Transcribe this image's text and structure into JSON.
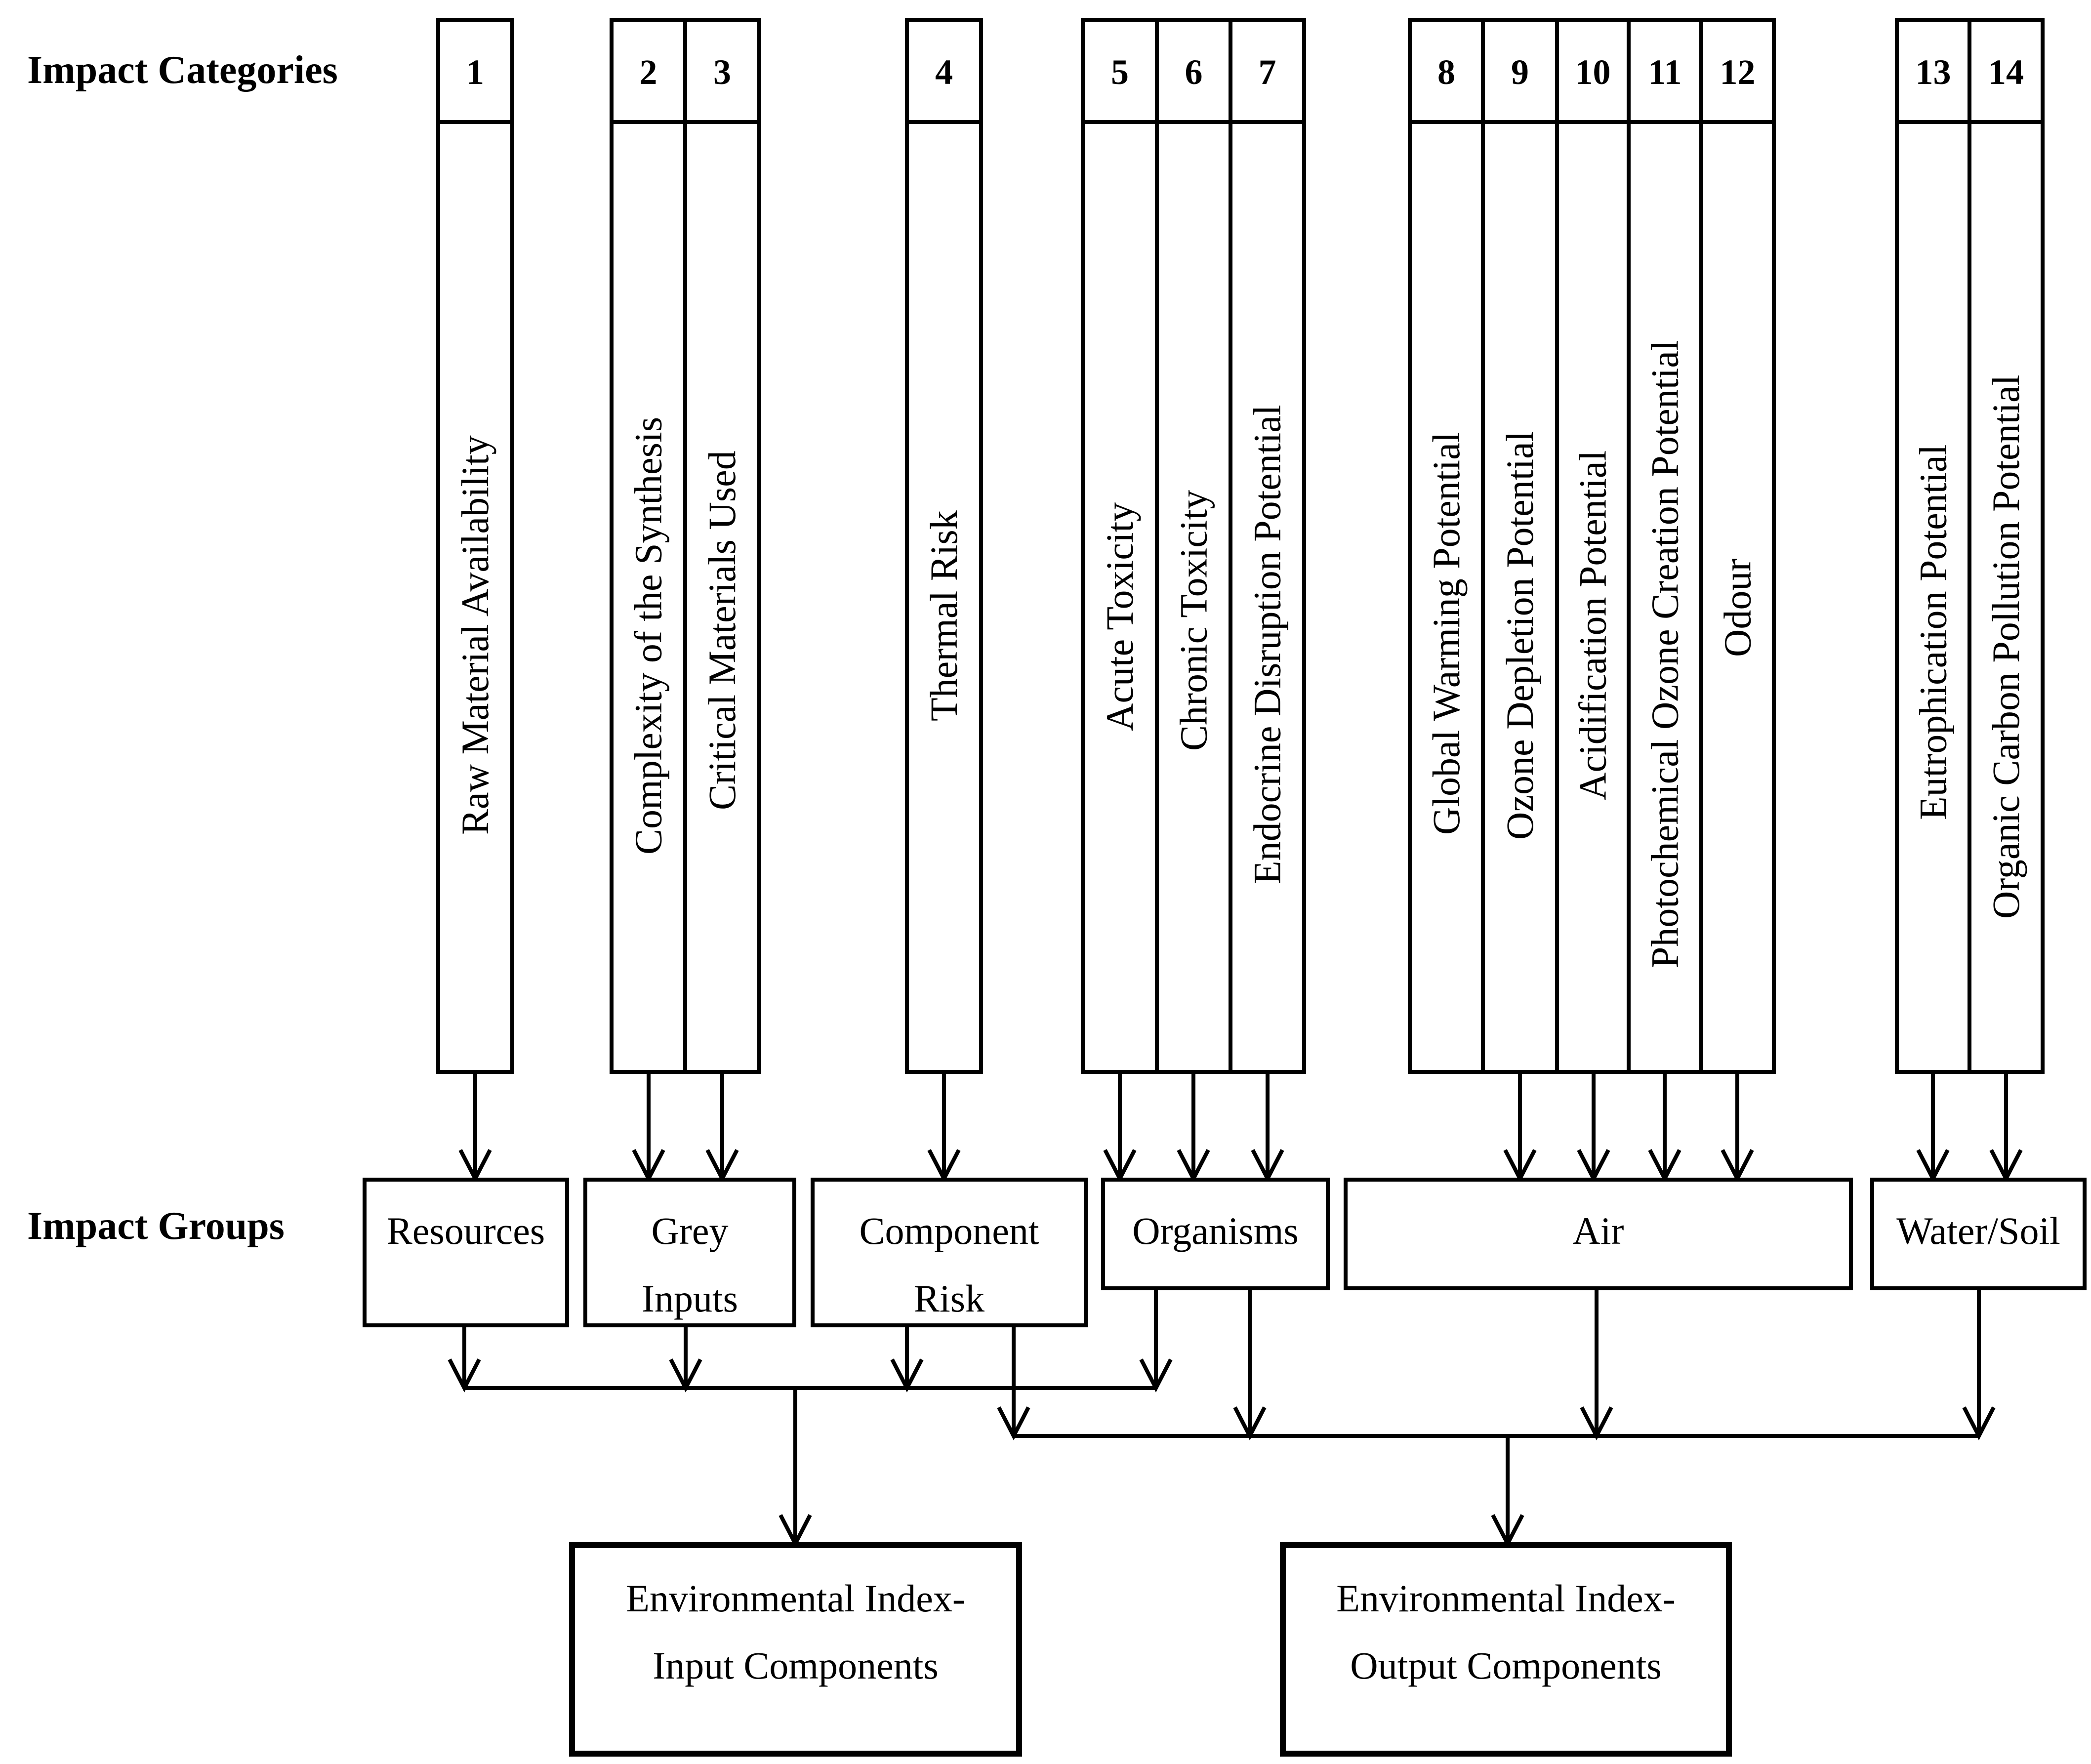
{
  "row_labels": {
    "categories": "Impact Categories",
    "groups": "Impact Groups"
  },
  "categories": [
    {
      "num": "1",
      "label": "Raw Material Availability"
    },
    {
      "num": "2",
      "label": "Complexity of the Synthesis"
    },
    {
      "num": "3",
      "label": "Critical Materials Used"
    },
    {
      "num": "4",
      "label": "Thermal Risk"
    },
    {
      "num": "5",
      "label": "Acute Toxicity"
    },
    {
      "num": "6",
      "label": "Chronic Toxicity"
    },
    {
      "num": "7",
      "label": "Endocrine Disruption Potential"
    },
    {
      "num": "8",
      "label": "Global Warming Potential"
    },
    {
      "num": "9",
      "label": "Ozone Depletion Potential"
    },
    {
      "num": "10",
      "label": "Acidification Potential"
    },
    {
      "num": "11",
      "label": "Photochemical Ozone Creation Potential"
    },
    {
      "num": "12",
      "label": "Odour"
    },
    {
      "num": "13",
      "label": "Eutrophication Potential"
    },
    {
      "num": "14",
      "label": "Organic Carbon Pollution Potential"
    }
  ],
  "groups": [
    {
      "line1": "Resources",
      "line2": ""
    },
    {
      "line1": "Grey",
      "line2": "Inputs"
    },
    {
      "line1": "Component",
      "line2": "Risk"
    },
    {
      "line1": "Organisms",
      "line2": ""
    },
    {
      "line1": "Air",
      "line2": ""
    },
    {
      "line1": "Water/Soil",
      "line2": ""
    }
  ],
  "results": [
    {
      "line1": "Environmental Index-",
      "line2": "Input Components"
    },
    {
      "line1": "Environmental Index-",
      "line2": "Output Components"
    }
  ]
}
